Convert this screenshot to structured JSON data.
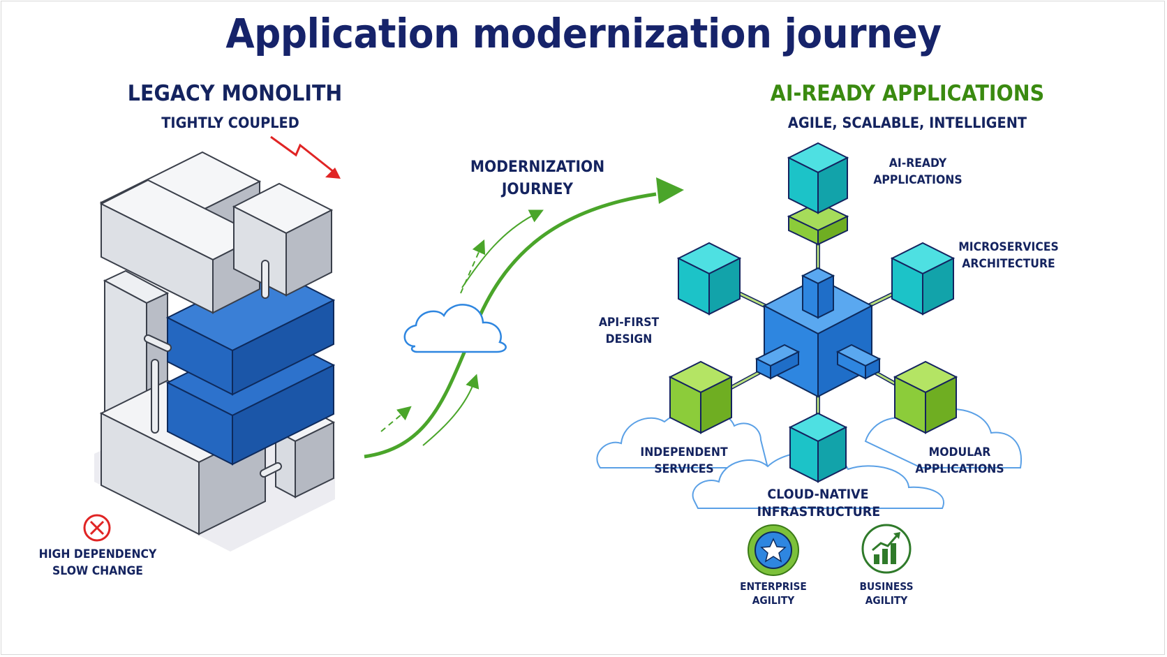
{
  "title": "Application modernization journey",
  "legacy": {
    "heading": "LEGACY MONOLITH",
    "subheading": "TIGHTLY COUPLED",
    "warning_line1": "HIGH DEPENDENCY",
    "warning_line2": "SLOW CHANGE"
  },
  "journey": {
    "line1": "MODERNIZATION",
    "line2": "JOURNEY"
  },
  "modern": {
    "heading": "AI-READY APPLICATIONS",
    "subheading": "AGILE, SCALABLE, INTELLIGENT",
    "labels": {
      "ai_ready_1": "AI-READY",
      "ai_ready_2": "APPLICATIONS",
      "micro_1": "MICROSERVICES",
      "micro_2": "ARCHITECTURE",
      "api_1": "API-FIRST",
      "api_2": "DESIGN",
      "indep_1": "INDEPENDENT",
      "indep_2": "SERVICES",
      "modular_1": "MODULAR",
      "modular_2": "APPLICATIONS",
      "cloud_1": "CLOUD-NATIVE",
      "cloud_2": "INFRASTRUCTURE",
      "ent_1": "ENTERPRISE",
      "ent_2": "AGILITY",
      "biz_1": "BUSINESS",
      "biz_2": "AGILITY"
    }
  },
  "colors": {
    "navy": "#14235f",
    "green_text": "#3a8a10",
    "legacy_gray": "#c9ccd3",
    "legacy_blue": "#1f64c0",
    "hub_blue": "#2e86e0",
    "teal": "#1cc3c8",
    "lime": "#8ccc3a",
    "arrow_green": "#4aa52a",
    "warning_red": "#e02424"
  },
  "icons": [
    "red-x-circle-icon",
    "red-down-arrow-icon",
    "cloud-icon",
    "star-badge-icon",
    "growth-chart-icon"
  ]
}
